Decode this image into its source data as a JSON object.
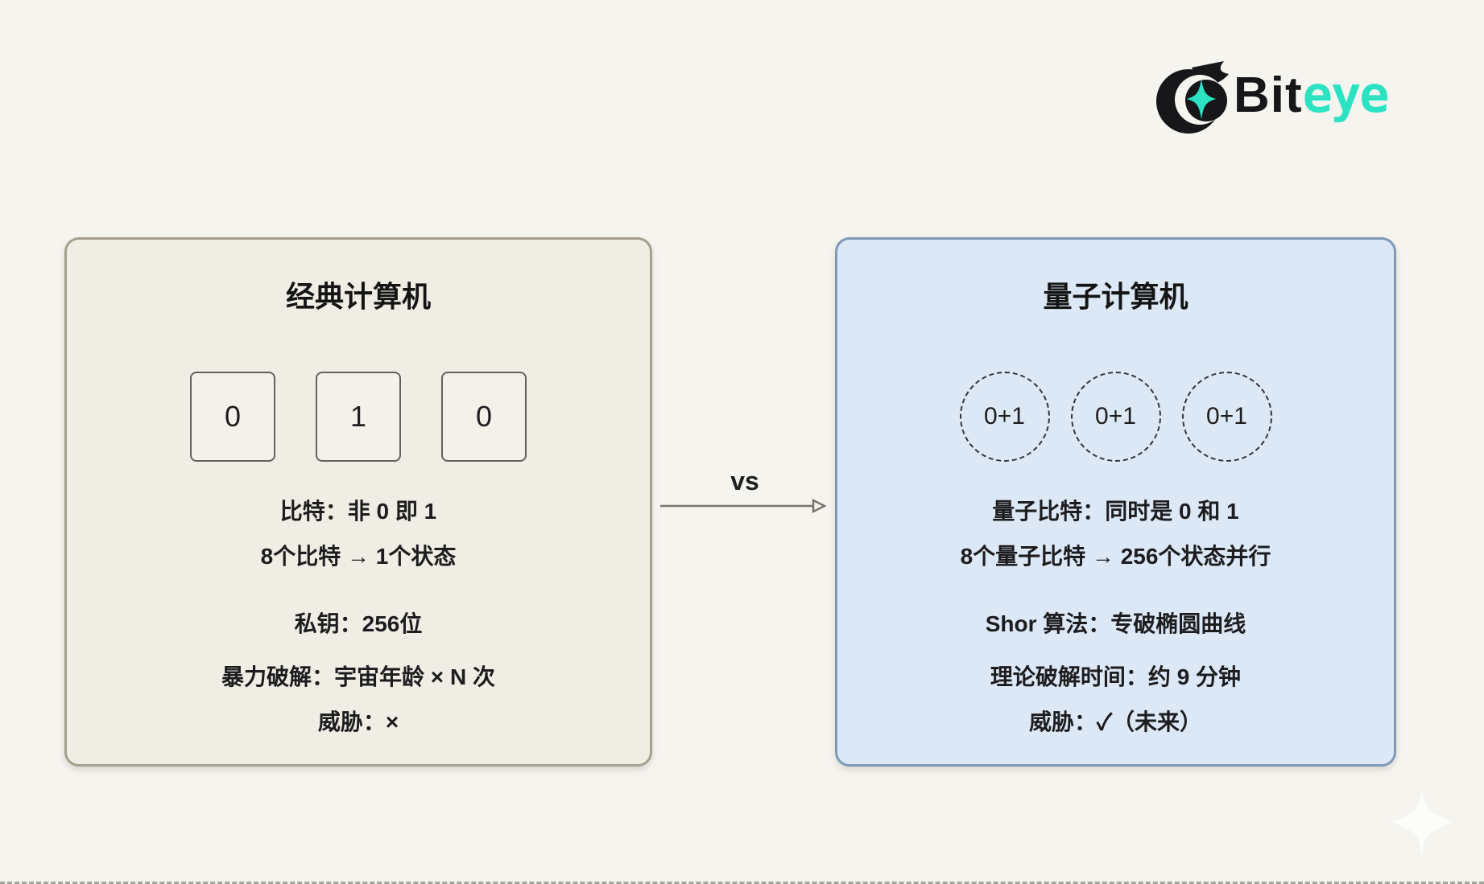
{
  "page": {
    "background_color": "#f6f4ef"
  },
  "logo": {
    "text_black": "Bit",
    "text_teal": "eye",
    "teal_color": "#2be3c3",
    "black_color": "#17171a"
  },
  "comparison": {
    "vs_label": "vs",
    "left_card": {
      "title": "经典计算机",
      "bits": [
        "0",
        "1",
        "0"
      ],
      "lines": [
        "比特：非 0 即 1",
        "8个比特 → 1个状态",
        "私钥：256位",
        "暴力破解：宇宙年龄 × N 次",
        "威胁：×"
      ],
      "bg_color": "#f0ede4",
      "border_color": "#a59f8e"
    },
    "right_card": {
      "title": "量子计算机",
      "qubits": [
        "0+1",
        "0+1",
        "0+1"
      ],
      "lines": [
        "量子比特：同时是 0 和 1",
        "8个量子比特 → 256个状态并行",
        "Shor 算法：专破椭圆曲线",
        "理论破解时间：约 9 分钟",
        "威胁：✓（未来）"
      ],
      "bg_color": "#dce8f6",
      "border_color": "#7f99b9"
    }
  }
}
